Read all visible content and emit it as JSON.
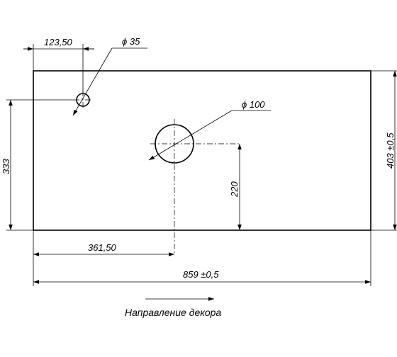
{
  "dimensions": {
    "hole_small_diameter": "ϕ 35",
    "hole_small_offset": "123,50",
    "hole_large_diameter": "ϕ 100",
    "hole_large_height": "220",
    "hole_large_offset": "361,50",
    "hole_small_height": "333",
    "total_width": "859 ±0,5",
    "total_depth": "403 ±0,5"
  },
  "caption": "Направление декора"
}
